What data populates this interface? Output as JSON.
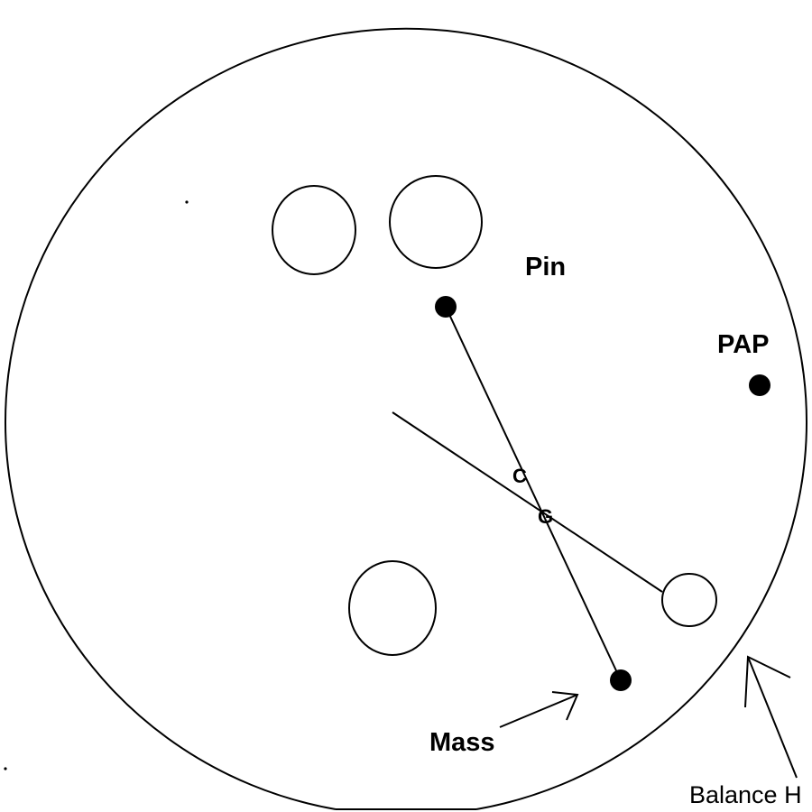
{
  "labels": {
    "pin": "Pin",
    "pap": "PAP",
    "cg_c": "C",
    "cg_g": "G",
    "mass": "Mass",
    "balance_hole": "Balance H"
  },
  "colors": {
    "background": "#ffffff",
    "ink": "#000000"
  }
}
